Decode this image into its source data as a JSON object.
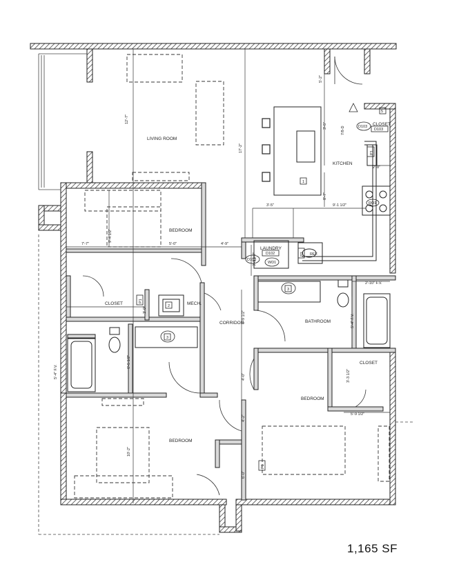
{
  "rooms": {
    "living_room": "LIVING ROOM",
    "kitchen": "KITCHEN",
    "bedroom_top": "BEDROOM",
    "closet_left": "CLOSET",
    "mech": "MECH.",
    "corridor": "CORRIDOR",
    "bathroom": "BATHROOM",
    "closet_right_top": "CLOSET",
    "closet_right": "CLOSET",
    "bedroom_right": "BEDROOM",
    "bedroom_bottom": "BEDROOM",
    "laundry": "LAUNDRY"
  },
  "dimensions": {
    "d1": "12'-7\"",
    "d2": "17'-2\"",
    "d3": "5'-2\"",
    "d4": "3'-5\"",
    "d5": "8'-7\"",
    "d6": "3'-5\"",
    "d7": "9'-1 1/2\"",
    "d8": "7'-7\"",
    "d9": "5'-0\"",
    "d10": "4'-9\"",
    "d11": "9'-4 1/2\"",
    "d12": "3'-1 1/2\"",
    "d13": "2'-8\"",
    "d14": "2'-10\" F.V.",
    "d15": "5'-4\" F.V.",
    "d16": "6'-9 1/2\"",
    "d17": "5'-4\" F.V.",
    "d18": "6'-5 1/2\"",
    "d19": "4'-0\"",
    "d20": "3'-3 1/2\"",
    "d21": "5'-9 1/2\"",
    "d22": "4'-2\"",
    "d23": "6'-0\"",
    "d24": "10'-2\"",
    "d25": "3'-0\""
  },
  "tags": {
    "t_d103a": "D103",
    "t_d103b": "D103",
    "t_d103c": "D103",
    "t_d102": "D102",
    "t_wd1": "WD1",
    "t_ro1": "RO1",
    "t_ref": "REF",
    "t_p1a": "P1",
    "t_p1b": "P1",
    "t_p1c": "P1",
    "t_p2": "P2",
    "t_door": "7/8-D",
    "t_1": "1",
    "t_2": "2",
    "t_3a": "3",
    "t_3b": "3",
    "t_5": "5"
  },
  "area": "1,165 SF",
  "colors": {
    "wall_fill": "#d9d9d9",
    "line": "#222222"
  }
}
